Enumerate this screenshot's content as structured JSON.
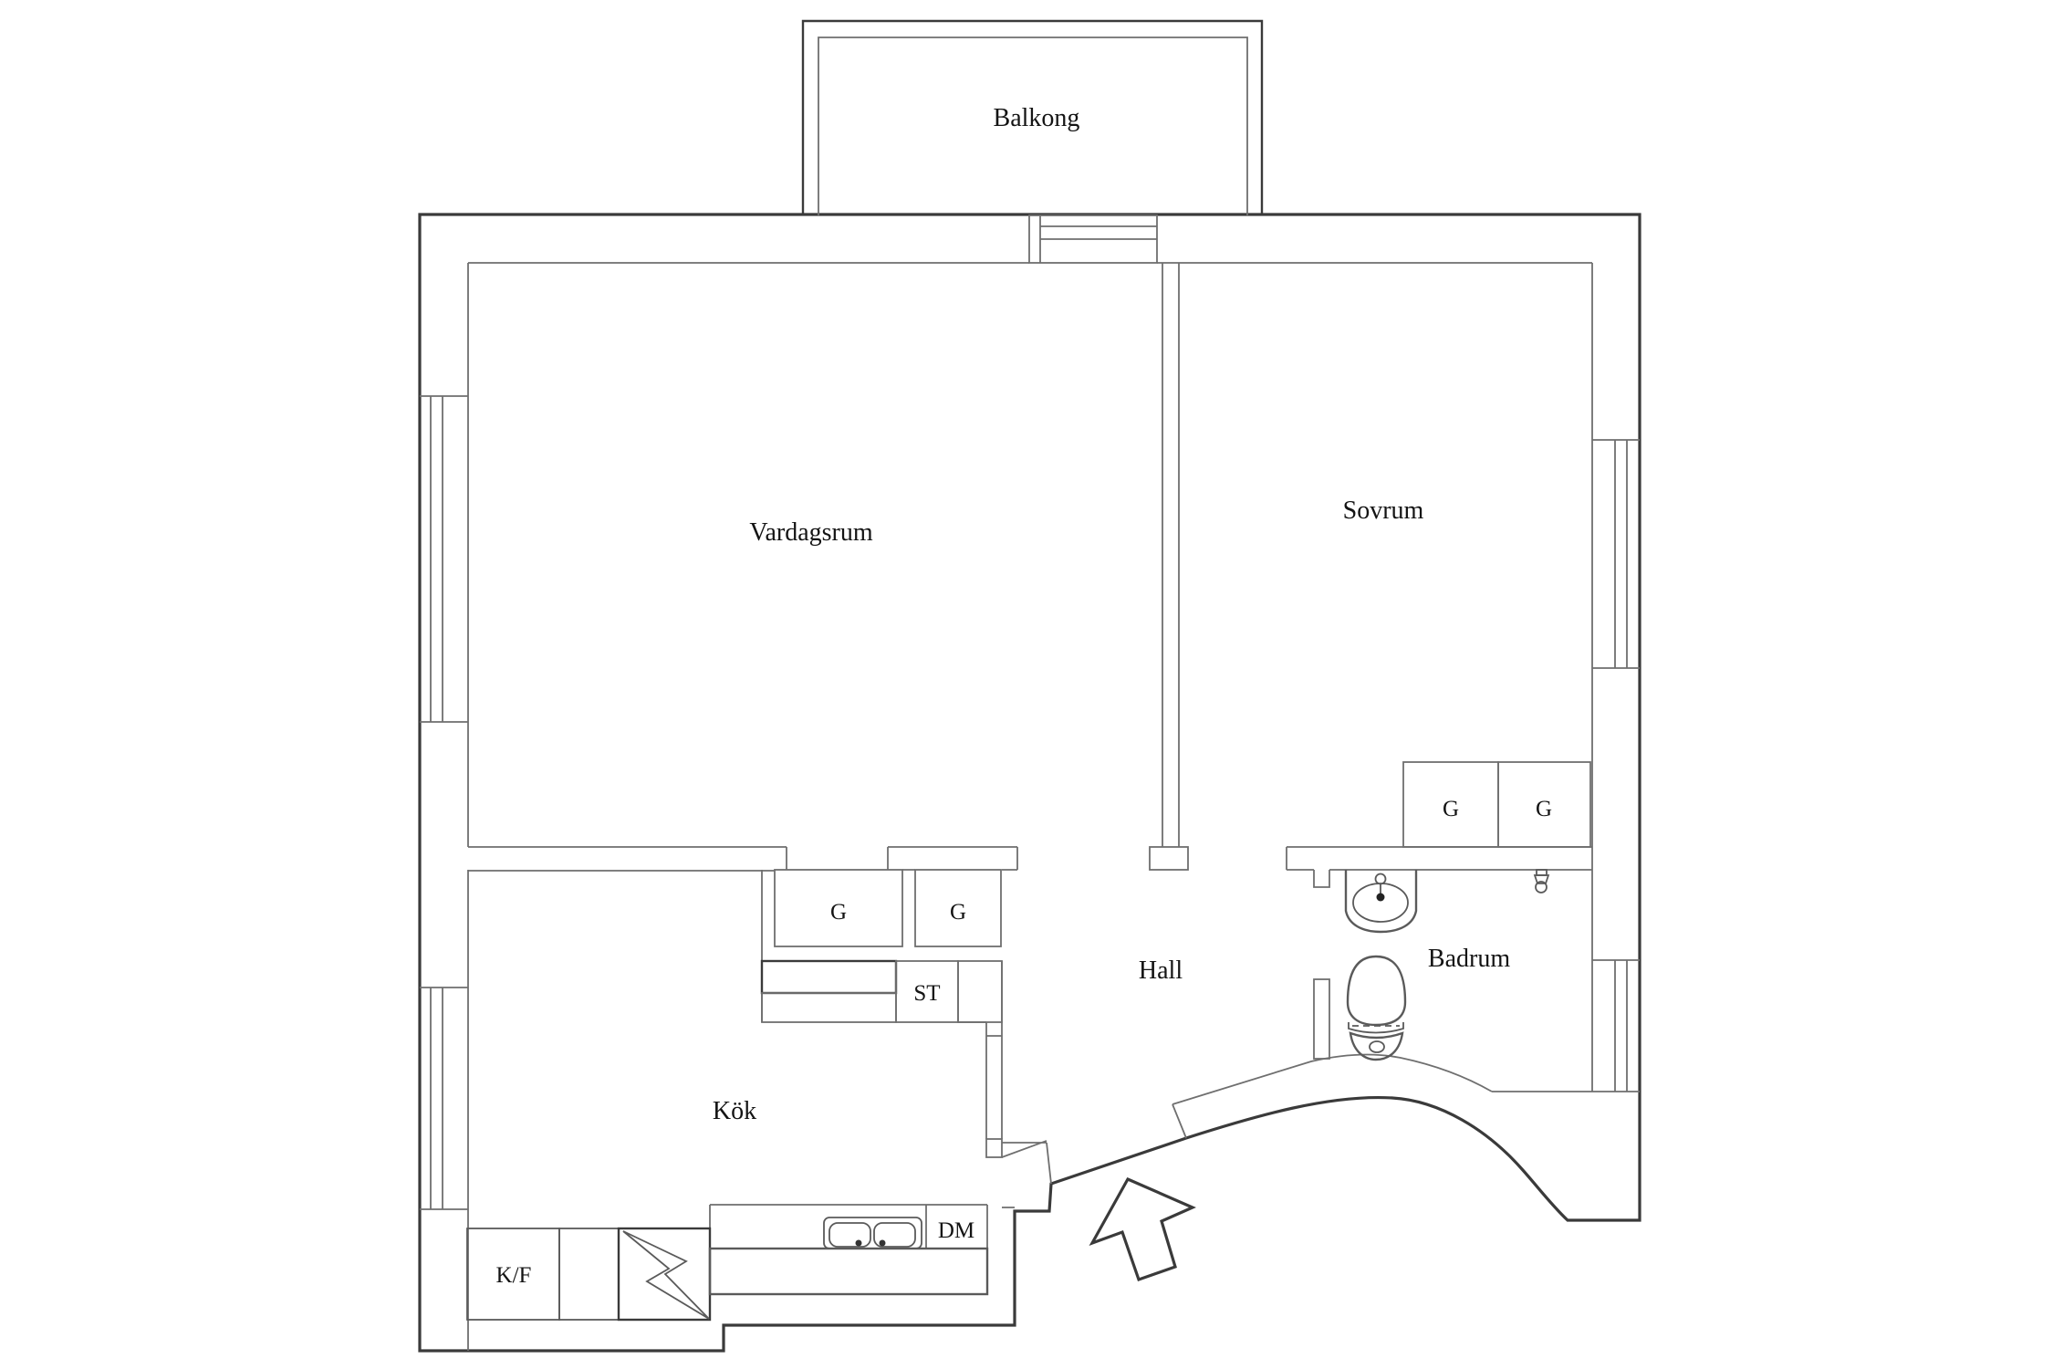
{
  "colors": {
    "background": "#ffffff",
    "outer_wall": "#3a3a3a",
    "interior_line": "#6f6f6f",
    "fixture_line": "#5a5a5a",
    "text": "#141414"
  },
  "rooms": {
    "balkong": "Balkong",
    "vardagsrum": "Vardagsrum",
    "sovrum": "Sovrum",
    "hall": "Hall",
    "badrum": "Badrum",
    "kok": "Kök"
  },
  "storage": {
    "wardrobes": [
      "G",
      "G",
      "G",
      "G"
    ],
    "cleaning_closet": "ST"
  },
  "kitchen": {
    "fridge_freezer": "K/F",
    "dishwasher": "DM"
  },
  "icons": {
    "entrance_arrow": "entrance-direction-arrow",
    "toilet": "toilet",
    "washbasin": "washbasin",
    "shower": "shower-tap",
    "stove": "stove-lightning-symbol",
    "kitchen_sink": "double-basin-sink",
    "balcony_door": "sliding-balcony-door",
    "windows": "triple-line-window"
  }
}
